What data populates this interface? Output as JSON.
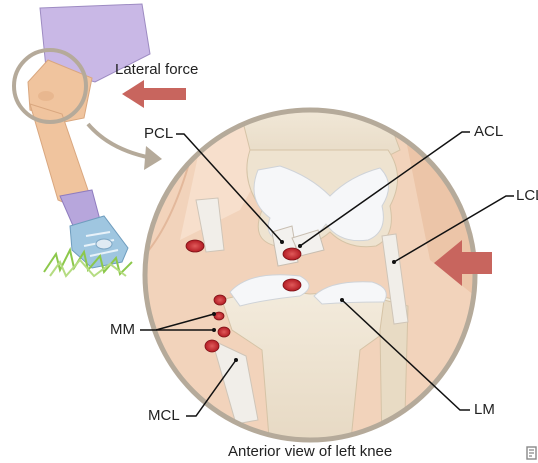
{
  "labels": {
    "lateral_force": "Lateral force",
    "pcl": "PCL",
    "acl": "ACL",
    "lcl": "LCL",
    "mm": "MM",
    "mcl": "MCL",
    "lm": "LM",
    "caption": "Anterior view of left knee"
  },
  "colors": {
    "skin": "#f2d3bb",
    "leg": "#f0c49e",
    "shorts": "#c9b8e6",
    "bone": "#eee3d0",
    "cartilage": "#f6f7f9",
    "tear_red": "#c8262d",
    "arrow": "#c8655e",
    "ring": "#b5aa9a",
    "sock": "#b7a6dc",
    "shoe": "#9fc6e0",
    "grass": "#8cc84b"
  },
  "icons": [
    "force-arrow-icon",
    "curved-arrow-icon",
    "shoe-icon",
    "grass-icon"
  ]
}
